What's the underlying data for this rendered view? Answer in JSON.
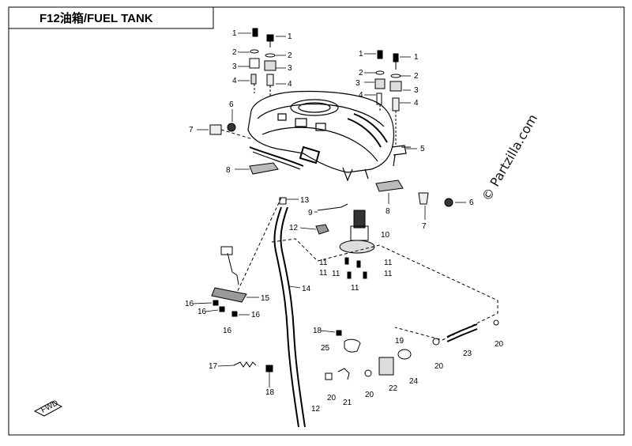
{
  "title": "F12油箱/FUEL TANK",
  "watermark": "© Partzilla.com",
  "fwd_badge": "FWD",
  "callouts": [
    "1",
    "1",
    "2",
    "2",
    "3",
    "3",
    "4",
    "4",
    "1",
    "1",
    "2",
    "2",
    "3",
    "3",
    "4",
    "4",
    "5",
    "6",
    "6",
    "7",
    "7",
    "8",
    "8",
    "9",
    "10",
    "11",
    "11",
    "11",
    "11",
    "11",
    "11",
    "12",
    "12",
    "13",
    "14",
    "15",
    "16",
    "16",
    "16",
    "16",
    "17",
    "18",
    "18",
    "19",
    "20",
    "20",
    "20",
    "20",
    "21",
    "22",
    "23",
    "24",
    "25"
  ]
}
